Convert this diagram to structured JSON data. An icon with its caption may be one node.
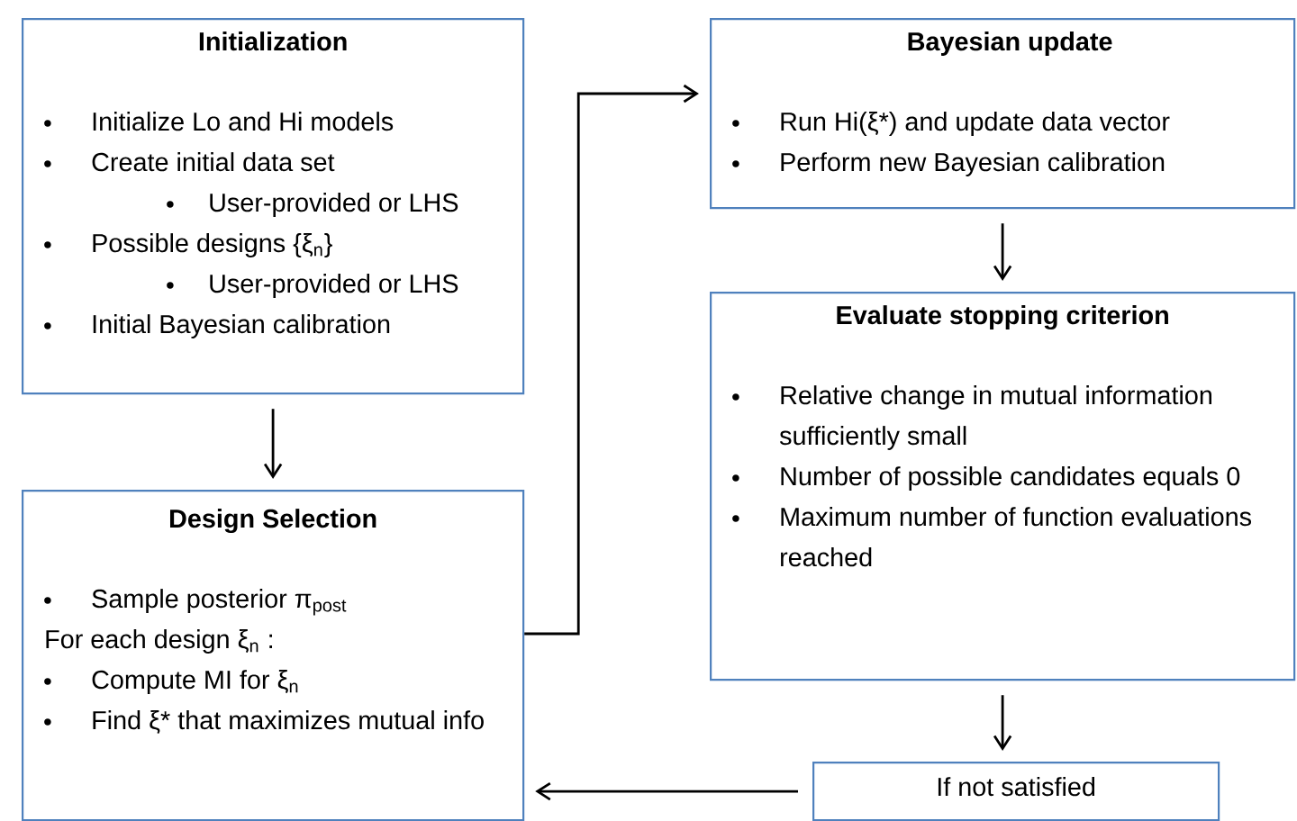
{
  "diagram": {
    "nodes": [
      {
        "text": [
          "Initialization",
          "Initialize Lo and Hi models",
          "Create initial data set",
          "User-provided or LHS",
          "Possible designs {ξ$_{n}$}",
          "User-provided or LHS",
          "Initial Bayesian calibration"
        ]
      },
      {
        "text": [
          "Design Selection",
          "Sample posterior π$_{post}$",
          "For each design ξ$_{n}$ :",
          "Compute MI for ξ$_{n}$",
          "Find ξ* that maximizes mutual info"
        ]
      },
      {
        "text": [
          "Bayesian update",
          "Run Hi(ξ*) and update data vector",
          "Perform new Bayesian calibration"
        ]
      },
      {
        "text": [
          "Evaluate stopping criterion",
          "Relative change in mutual information sufficiently small",
          "Number of possible candidates equals 0",
          "Maximum number of function evaluations reached"
        ]
      },
      {
        "text": [
          "If not satisfied"
        ]
      }
    ],
    "edges": [
      {
        "from": 0,
        "to": 1,
        "arrow": "to"
      },
      {
        "from": 1,
        "to": 2,
        "arrow": "to"
      },
      {
        "from": 2,
        "to": 3,
        "arrow": "to"
      },
      {
        "from": 3,
        "to": 4,
        "arrow": "to"
      },
      {
        "from": 4,
        "to": 1,
        "arrow": "to"
      }
    ]
  }
}
